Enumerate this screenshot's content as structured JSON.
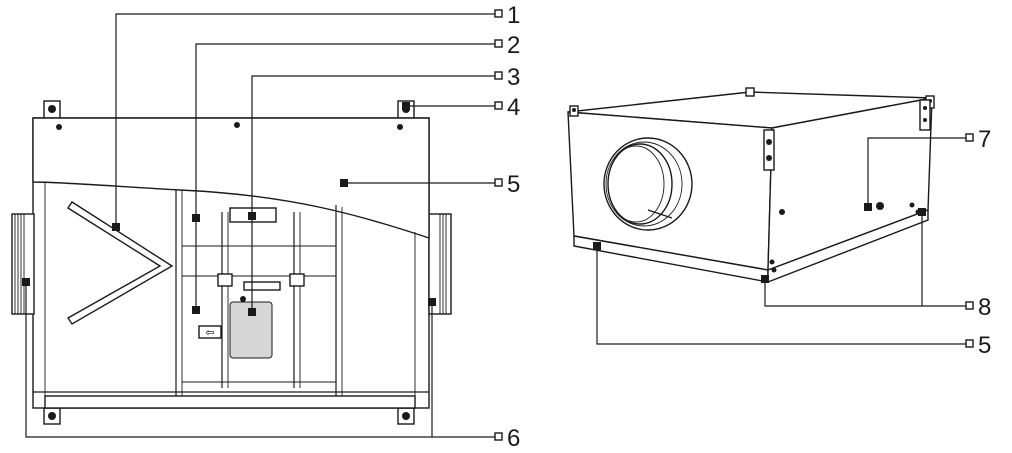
{
  "callouts": {
    "c1": "1",
    "c2": "2",
    "c3": "3",
    "c4": "4",
    "c5a": "5",
    "c6": "6",
    "c7": "7",
    "c8": "8",
    "c5b": "5"
  },
  "figure": {
    "left_view": "front-internal-view",
    "right_view": "isometric-exterior-view"
  },
  "label_marker": {
    "direction_arrow_glyph": "⇦"
  }
}
